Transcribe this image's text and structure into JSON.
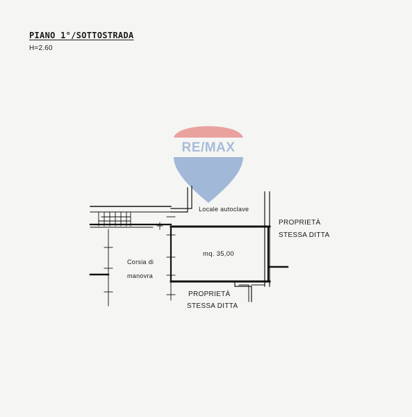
{
  "header": {
    "title": "PIANO 1°/SOTTOSTRADA",
    "height": "H=2.60"
  },
  "logo": {
    "text": "RE/MAX",
    "colors": {
      "top": "#d9312b",
      "bottom": "#2f66b3"
    }
  },
  "plan": {
    "labels": {
      "locale": "Locale autoclave",
      "area": "mq. 35,00",
      "corsia_line1": "Corsia di",
      "corsia_line2": "manovra",
      "right_line1": "PROPRIETÀ",
      "right_line2": "STESSA DITTA",
      "bottom_line1": "PROPRIETÀ",
      "bottom_line2": "STESSA DITTA"
    },
    "line_color": "#111111"
  }
}
